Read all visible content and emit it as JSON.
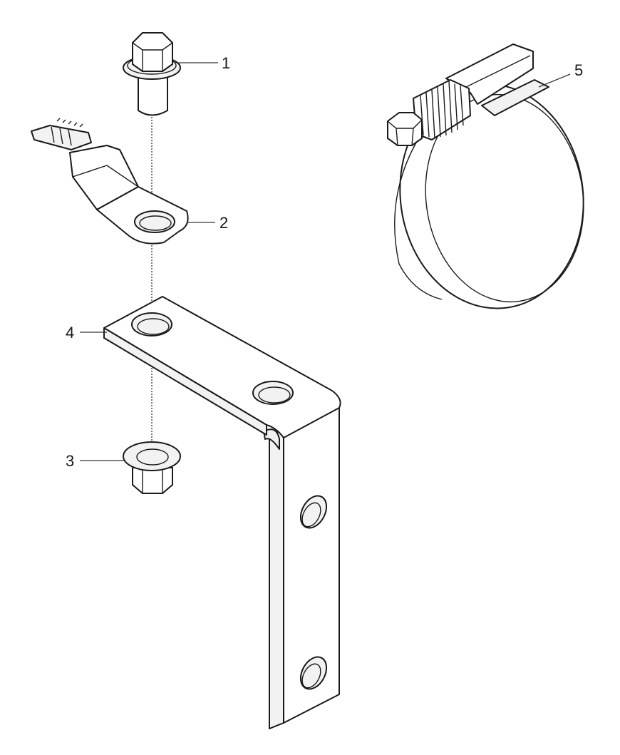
{
  "callouts": {
    "bolt": "1",
    "cable_lug": "2",
    "flange_nut": "3",
    "bracket": "4",
    "hose_clamp": "5"
  },
  "colors": {
    "line": "#1a1a1a",
    "fill": "#f2f2f2",
    "background": "#ffffff"
  }
}
